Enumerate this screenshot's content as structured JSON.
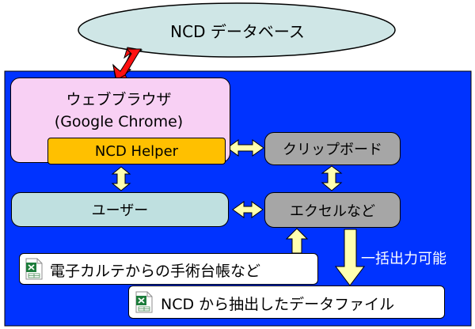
{
  "database": {
    "label": "NCD データベース"
  },
  "browser": {
    "line1": "ウェブブラウザ",
    "line2": "(Google Chrome)"
  },
  "helper": {
    "label": "NCD Helper"
  },
  "clipboard": {
    "label": "クリップボード"
  },
  "user": {
    "label": "ユーザー"
  },
  "excel": {
    "label": "エクセルなど"
  },
  "bulk_output": {
    "label": "一括出力可能"
  },
  "file1": {
    "label": "電子カルテからの手術台帳など",
    "icon": "excel-file-icon"
  },
  "file2": {
    "label": "NCD から抽出したデータファイル",
    "icon": "excel-file-icon"
  },
  "colors": {
    "container_bg": "#0033ff",
    "ellipse_fill": "#cfe6e6",
    "browser_fill": "#f8d0f4",
    "helper_fill": "#ffc000",
    "gray_fill": "#a6a6a6",
    "user_fill": "#bfe0e0",
    "arrow_yellow": "#ffffb0",
    "arrow_red": "#ff1010"
  }
}
